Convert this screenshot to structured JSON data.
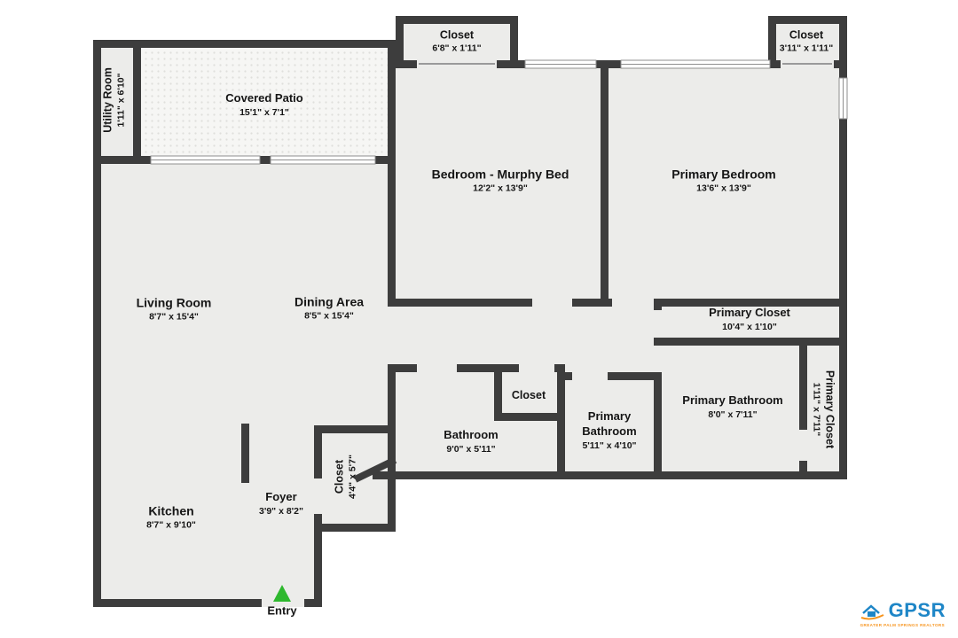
{
  "plan": {
    "rooms": [
      {
        "name": "Utility Room",
        "dims": "1'11\" x 6'10\""
      },
      {
        "name": "Covered Patio",
        "dims": "15'1\" x 7'1\""
      },
      {
        "name": "Closet",
        "dims": "6'8\" x 1'11\""
      },
      {
        "name": "Closet",
        "dims": "3'11\" x 1'11\""
      },
      {
        "name": "Bedroom - Murphy Bed",
        "dims": "12'2\" x 13'9\""
      },
      {
        "name": "Primary Bedroom",
        "dims": "13'6\" x 13'9\""
      },
      {
        "name": "Living Room",
        "dims": "8'7\" x 15'4\""
      },
      {
        "name": "Dining Area",
        "dims": "8'5\" x 15'4\""
      },
      {
        "name": "Primary Closet",
        "dims": "10'4\" x 1'10\""
      },
      {
        "name": "Primary Closet",
        "dims": "1'11\" x 7'11\""
      },
      {
        "name": "Closet",
        "dims": ""
      },
      {
        "name": "Bathroom",
        "dims": "9'0\" x 5'11\""
      },
      {
        "name": "Primary Bathroom",
        "dims": "5'11\" x 4'10\""
      },
      {
        "name": "Primary Bathroom",
        "dims": "8'0\" x 7'11\""
      },
      {
        "name": "Closet",
        "dims": "4'4\" x 5'7\""
      },
      {
        "name": "Foyer",
        "dims": "3'9\" x 8'2\""
      },
      {
        "name": "Kitchen",
        "dims": "8'7\" x 9'10\""
      }
    ],
    "entry_label": "Entry",
    "logo": {
      "text": "GPSR",
      "tagline": "Greater Palm Springs Realtors"
    },
    "colors": {
      "wall": "#3d3d3d",
      "floor": "#ececea",
      "entry_arrow_green": "#2eb82e",
      "logo_blue": "#1e86c7",
      "logo_orange": "#f7941d"
    }
  }
}
